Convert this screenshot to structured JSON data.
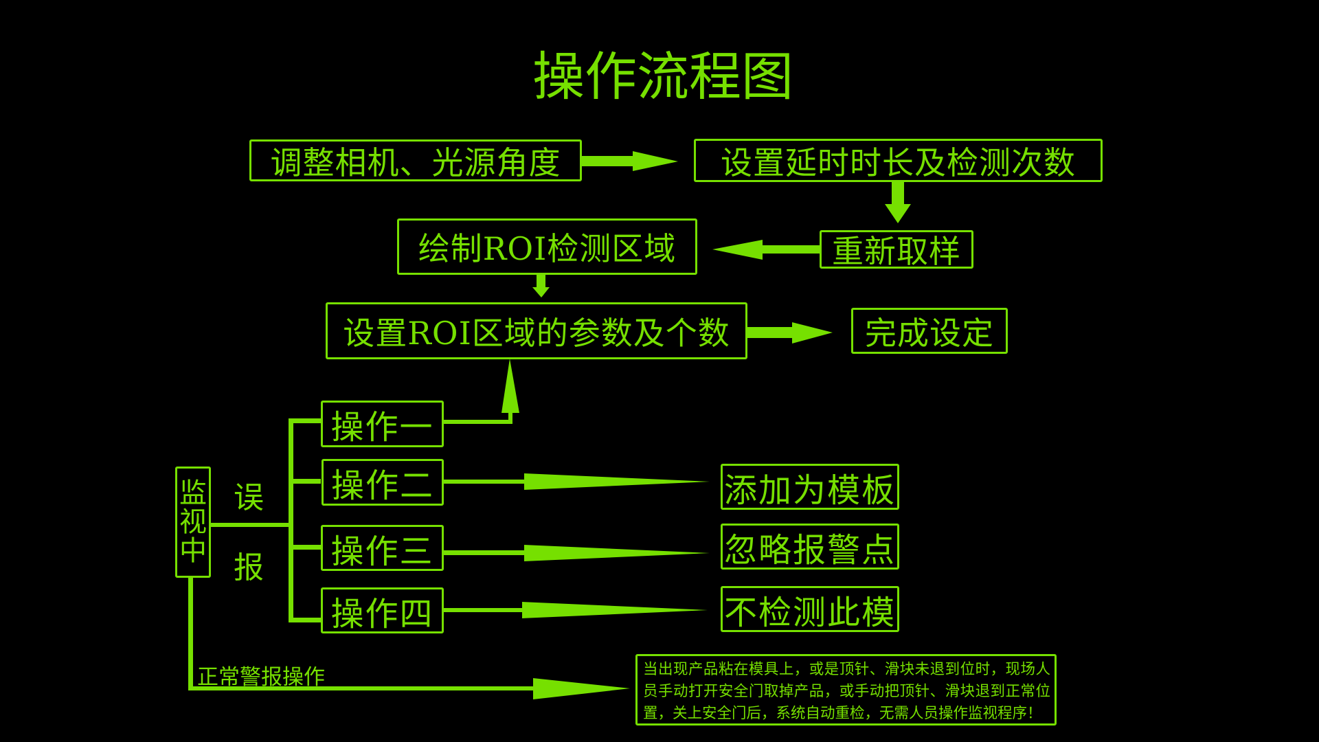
{
  "title": "操作流程图",
  "colors": {
    "accent": "#76e000",
    "background": "#000000"
  },
  "setup_flow": {
    "step1": "调整相机、光源角度",
    "step2": "设置延时时长及检测次数",
    "step3": "重新取样",
    "step4": "绘制ROI检测区域",
    "step5": "设置ROI区域的参数及个数",
    "step6": "完成设定"
  },
  "monitor": {
    "label": "监视中",
    "label_chars": [
      "监",
      "视",
      "中"
    ],
    "false_alarm_chars": [
      "误",
      "报"
    ],
    "operations": [
      {
        "label": "操作一",
        "result": "设置ROI区域的参数及个数"
      },
      {
        "label": "操作二",
        "result": "添加为模板"
      },
      {
        "label": "操作三",
        "result": "忽略报警点"
      },
      {
        "label": "操作四",
        "result": "不检测此模"
      }
    ],
    "normal_alarm_label": "正常警报操作",
    "normal_alarm_description": "当出现产品粘在模具上，或是顶针、滑块未退到位时，现场人员手动打开安全门取掉产品，或手动把顶针、滑块退到正常位置，关上安全门后，系统自动重检，无需人员操作监视程序！"
  }
}
